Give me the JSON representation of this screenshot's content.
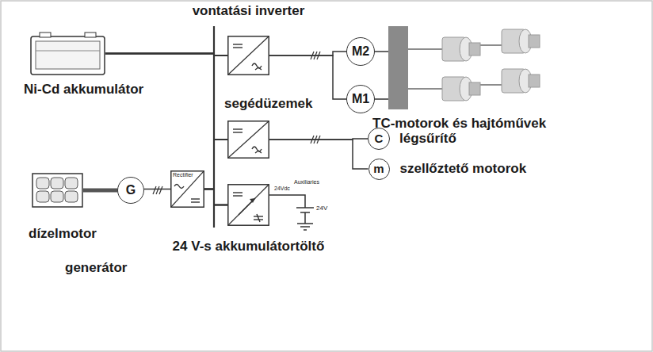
{
  "diagram": {
    "nodes": [
      {
        "text": [
          "Ni-Cd akkumulátor"
        ]
      },
      {
        "text": [
          "dízelmotor"
        ]
      },
      {
        "text": [
          "G"
        ]
      },
      {
        "text": [
          "Rectifier"
        ]
      },
      {
        "text": [
          "vontatási inverter"
        ]
      },
      {
        "text": [
          "M2"
        ]
      },
      {
        "text": [
          "M1"
        ]
      },
      {
        "text": [
          "TC-motorok és hajtóművek"
        ]
      },
      {
        "text": [
          "segédüzemek"
        ]
      },
      {
        "text": [
          "C",
          "légsűrítő"
        ]
      },
      {
        "text": [
          "m",
          "szellőztető motorok"
        ]
      },
      {
        "text": [
          "24 V-s akkumulátortöltő"
        ]
      }
    ],
    "edges": [
      {
        "from": 1,
        "to": 2,
        "arrow": "none"
      },
      {
        "from": 2,
        "to": 3,
        "arrow": "none"
      },
      {
        "from": 0,
        "to": 4,
        "arrow": "none"
      },
      {
        "from": 0,
        "to": 8,
        "arrow": "none"
      },
      {
        "from": 0,
        "to": 11,
        "arrow": "none"
      },
      {
        "from": 3,
        "to": 4,
        "arrow": "none"
      },
      {
        "from": 3,
        "to": 8,
        "arrow": "none"
      },
      {
        "from": 3,
        "to": 11,
        "arrow": "none"
      },
      {
        "from": 4,
        "to": 5,
        "arrow": "none"
      },
      {
        "from": 4,
        "to": 6,
        "arrow": "none"
      },
      {
        "from": 5,
        "to": 7,
        "arrow": "none"
      },
      {
        "from": 6,
        "to": 7,
        "arrow": "none"
      },
      {
        "from": 8,
        "to": 9,
        "arrow": "none"
      },
      {
        "from": 8,
        "to": 10,
        "arrow": "none"
      }
    ],
    "labels": [
      "generátor",
      "24Vdc",
      "Auxiliaries",
      "24V"
    ]
  }
}
